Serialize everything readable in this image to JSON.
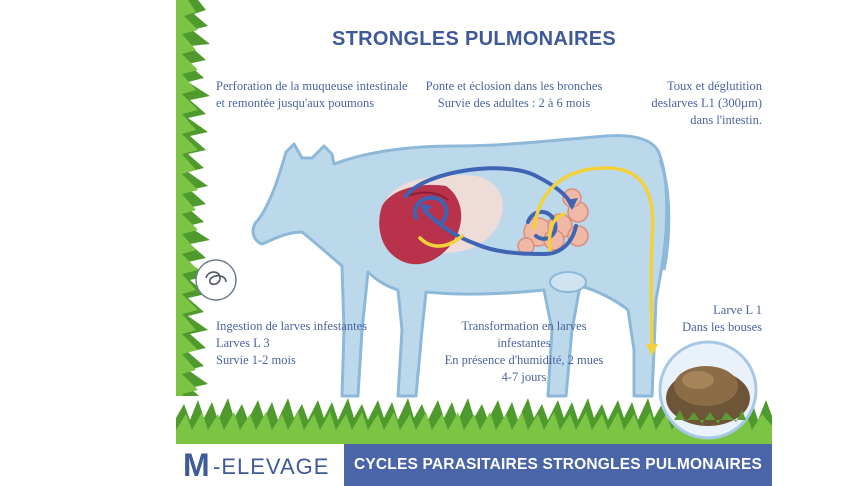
{
  "title": "STRONGLES PULMONAIRES",
  "notes": {
    "perforation": [
      "Perforation de la muqueuse intestinale",
      "et remontée jusqu'aux poumons"
    ],
    "ponte": [
      "Ponte et éclosion dans les bronches",
      "Survie des adultes : 2 à 6 mois"
    ],
    "toux": [
      "Toux et déglutition",
      "deslarves L1 (300µm)",
      "dans l'intestin."
    ],
    "ingestion": [
      "Ingestion de larves infestantes",
      "Larves L 3",
      "Survie 1-2 mois"
    ],
    "transformation": [
      "Transformation en larves",
      "infestantes",
      "En présence d'humidité, 2 mues",
      "4-7 jours"
    ],
    "larve": [
      "Larve L 1",
      "Dans les bouses"
    ]
  },
  "footer": {
    "logo_m": "M",
    "logo_text": "-ELEVAGE",
    "banner": "CYCLES PARASITAIRES STRONGLES PULMONAIRES"
  },
  "colors": {
    "title": "#3f5a98",
    "banner_bg": "#4a66a8",
    "cow_fill": "#bcd9ec",
    "cow_stroke": "#8db8d8",
    "arrow_blue": "#3f64b4",
    "arrow_yellow": "#f2d23a",
    "grass": "#4f9a2c"
  },
  "icons": [
    "larva-icon",
    "dung-image",
    "lung-icon",
    "intestine-icon"
  ]
}
